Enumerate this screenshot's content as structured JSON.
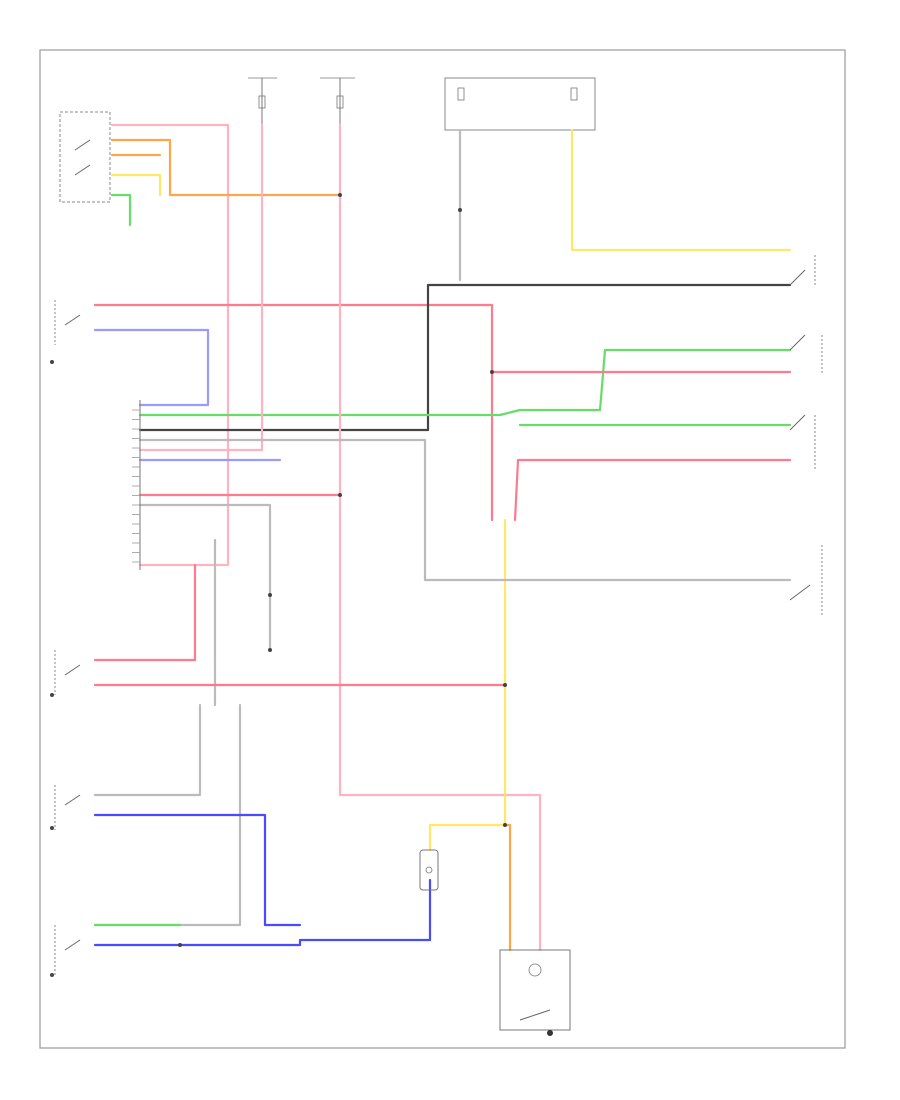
{
  "title": "",
  "footer_code": "",
  "colors": {
    "red": "#ff7a8c",
    "pink": "#ffb3c0",
    "orange": "#ffa64d",
    "yellow": "#ffe866",
    "green": "#66dd66",
    "blue": "#4a4aff",
    "lightblue": "#9a9aff",
    "gray": "#999999",
    "black": "#444444",
    "frame": "#9a9a9a"
  },
  "connector_pins": [
    "",
    "",
    "",
    "",
    "",
    "",
    "",
    "",
    "",
    "",
    "",
    "",
    "",
    "",
    "",
    "",
    ""
  ],
  "components": [
    {
      "id": "dome-light",
      "name": ""
    },
    {
      "id": "hot-at-all-times-1",
      "name": ""
    },
    {
      "id": "hot-in-run-1",
      "name": ""
    },
    {
      "id": "hot-at-all-times-2",
      "name": ""
    },
    {
      "id": "hot-in-run-2",
      "name": ""
    },
    {
      "id": "key-switch",
      "name": ""
    },
    {
      "id": "front-right-door-switch",
      "name": ""
    },
    {
      "id": "rear-right-door-switch",
      "name": ""
    },
    {
      "id": "body-control-module",
      "name": ""
    },
    {
      "id": "left-front-door-switch",
      "name": ""
    },
    {
      "id": "left-rear-door-switch",
      "name": ""
    },
    {
      "id": "left-rear-door-switch-2",
      "name": ""
    },
    {
      "id": "trunk-lamp-switch",
      "name": ""
    },
    {
      "id": "security-indicator",
      "name": ""
    }
  ]
}
